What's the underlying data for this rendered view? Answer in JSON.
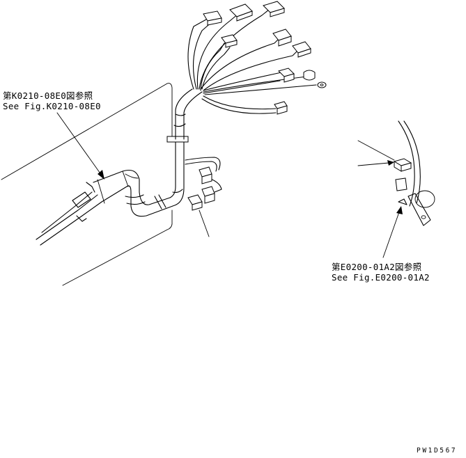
{
  "references": [
    {
      "jp": "第K0210-08E0図参照",
      "en": "See Fig.K0210-08E0"
    },
    {
      "jp": "第E0200-01A2図参照",
      "en": "See Fig.E0200-01A2"
    }
  ],
  "drawing_id": "PW1D567"
}
